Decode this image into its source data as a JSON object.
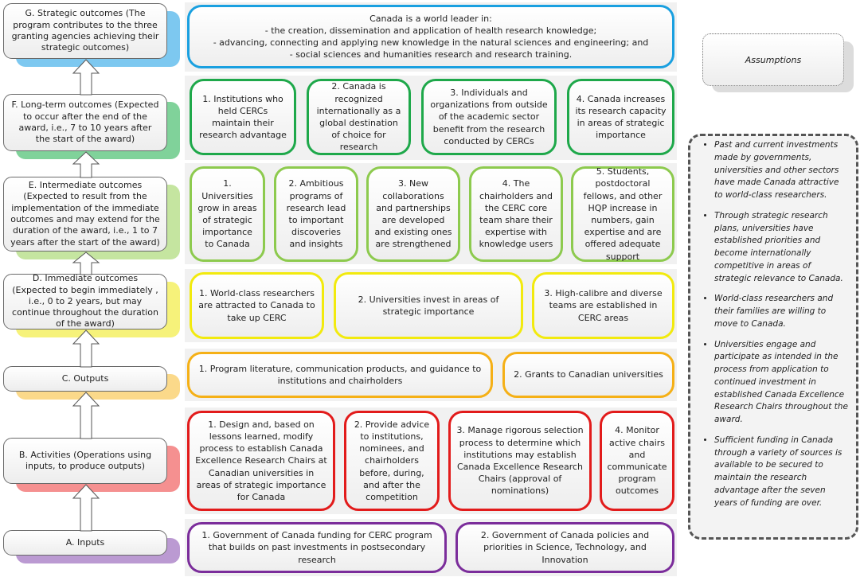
{
  "levels": [
    {
      "key": "g",
      "text": "G. Strategic outcomes (The program contributes to the three granting agencies achieving their strategic outcomes)",
      "color": "#7dc8f0"
    },
    {
      "key": "f",
      "text": "F. Long-term outcomes (Expected to occur after the end of the award, i.e., 7 to 10 years after the start of the award)",
      "color": "#80d29a"
    },
    {
      "key": "e",
      "text": "E. Intermediate outcomes (Expected to result from the implementation of the immediate outcomes and may extend for the duration of the award, i.e., 1 to 7 years after the start of the award)",
      "color": "#c5e5a0"
    },
    {
      "key": "d",
      "text": "D. Immediate outcomes (Expected to begin immediately , i.e., 0 to 2 years, but may continue throughout the duration of the award)",
      "color": "#f6f27a"
    },
    {
      "key": "c",
      "text": "C. Outputs",
      "color": "#fbd98a"
    },
    {
      "key": "b",
      "text": "B. Activities (Operations using inputs, to produce outputs)",
      "color": "#f59090"
    },
    {
      "key": "a",
      "text": "A. Inputs",
      "color": "#bb9ad2"
    }
  ],
  "strategic": {
    "line1": "Canada is a world leader in:",
    "line2": "- the creation, dissemination and application of health research knowledge;",
    "line3": "- advancing, connecting and applying new knowledge in the natural sciences and engineering; and",
    "line4": "- social sciences and humanities research and research training."
  },
  "long_term": [
    "1. Institutions who held CERCs maintain their research advantage",
    "2. Canada is recognized internationally as a global destination of choice for research",
    "3. Individuals and organizations from outside of the academic sector benefit from the research conducted by CERCs",
    "4. Canada increases its research capacity in areas of strategic importance"
  ],
  "intermediate": [
    "1. Universities grow in areas of strategic importance to Canada",
    "2. Ambitious programs of research lead to important discoveries and insights",
    "3. New collaborations and partnerships are developed and existing ones are strengthened",
    "4. The chairholders and the CERC core team share their expertise with knowledge users",
    "5. Students, postdoctoral fellows, and other HQP increase in numbers, gain expertise and are offered adequate support"
  ],
  "immediate": [
    "1. World-class researchers are attracted to Canada to take up CERC",
    "2. Universities invest in areas of strategic importance",
    "3. High-calibre and diverse teams are established in CERC areas"
  ],
  "outputs": [
    "1. Program literature, communication products, and guidance to institutions and chairholders",
    "2. Grants to Canadian universities"
  ],
  "activities": [
    "1. Design and, based on lessons learned, modify process to establish Canada Excellence Research Chairs at Canadian universities in areas of strategic importance for Canada",
    "2. Provide advice to institutions, nominees, and chairholders before, during, and after the competition",
    "3. Manage rigorous selection process to determine which institutions may establish Canada Excellence Research Chairs  (approval of nominations)",
    "4. Monitor active chairs and communicate program outcomes"
  ],
  "inputs": [
    "1. Government of Canada funding for CERC program that builds on past investments in postsecondary research",
    "2. Government of Canada policies and priorities in Science, Technology, and Innovation"
  ],
  "assumptions": {
    "title": "Assumptions",
    "items": [
      "Past and current investments made by governments, universities and other sectors have made Canada attractive to world-class researchers.",
      "Through strategic research plans, universities have established priorities and become internationally competitive in areas of strategic relevance to Canada.",
      "World-class researchers and their families are willing to move to Canada.",
      "Universities engage and participate as intended in the process from application to continued investment in established Canada Excellence Research Chairs throughout the award.",
      "Sufficient funding in Canada through a variety of sources is available to be secured to maintain the research advantage after the seven years of funding are over."
    ]
  },
  "colors": {
    "strategic": "#1aa0e0",
    "long_term": "#1ea84a",
    "intermediate": "#8dca4e",
    "immediate": "#f2ea0e",
    "outputs": "#f5b016",
    "activities": "#e21b1b",
    "inputs": "#7b2d9b"
  }
}
